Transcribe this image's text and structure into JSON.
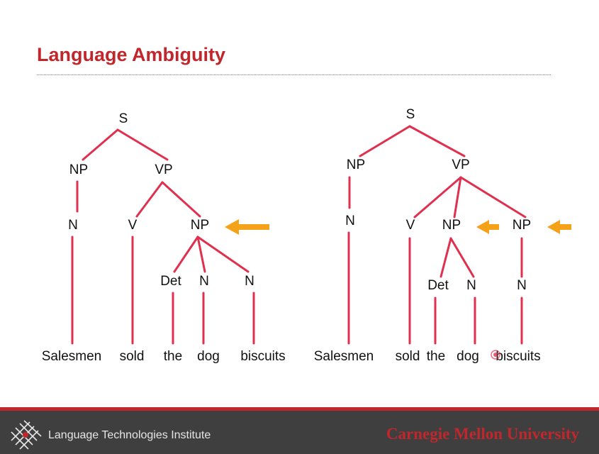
{
  "slide": {
    "title": "Language Ambiguity"
  },
  "tree_left": {
    "root": "S",
    "np": "NP",
    "vp": "VP",
    "n_subject": "N",
    "v": "V",
    "np_object": "NP",
    "det": "Det",
    "n_dog": "N",
    "n_biscuits": "N",
    "words": [
      "Salesmen",
      "sold",
      "the",
      "dog",
      "biscuits"
    ]
  },
  "tree_right": {
    "root": "S",
    "np": "NP",
    "vp": "VP",
    "n_subject": "N",
    "v": "V",
    "np_object1": "NP",
    "np_object2": "NP",
    "det": "Det",
    "n_dog": "N",
    "n_biscuits": "N",
    "words": [
      "Salesmen",
      "sold",
      "the",
      "dog",
      "biscuits"
    ]
  },
  "colors": {
    "edge": "#e0304f",
    "arrow": "#f5a21a",
    "title": "#c0272d",
    "footer_bg": "#3f3f3f"
  },
  "footer": {
    "institute": "Language Technologies Institute",
    "university": "Carnegie Mellon University",
    "logo_icon": "lti-logo-icon"
  }
}
